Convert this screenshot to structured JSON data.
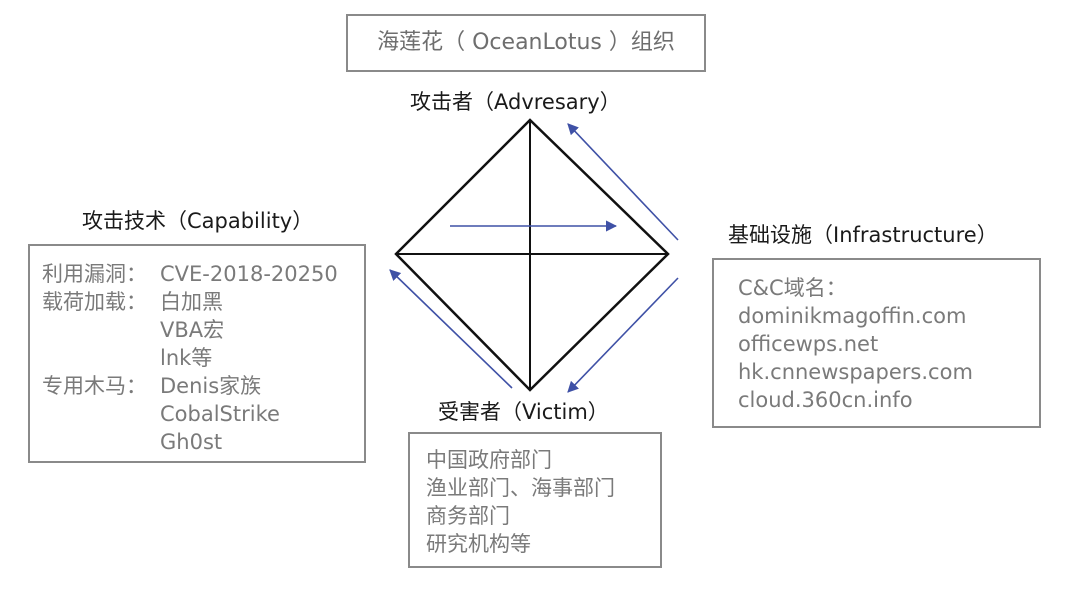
{
  "org": {
    "label": "海莲花（ OceanLotus ）组织"
  },
  "adversary": {
    "heading": "攻击者（Advresary）"
  },
  "capability": {
    "heading": "攻击技术（Capability）",
    "rows": [
      {
        "key": "利用漏洞：",
        "value": "CVE-2018-20250"
      },
      {
        "key": "载荷加载：",
        "value": "白加黑"
      },
      {
        "key": "",
        "value": "VBA宏"
      },
      {
        "key": "",
        "value": "lnk等"
      },
      {
        "key": "专用木马：",
        "value": "Denis家族"
      },
      {
        "key": "",
        "value": "CobalStrike"
      },
      {
        "key": "",
        "value": "Gh0st"
      }
    ]
  },
  "infrastructure": {
    "heading": "基础设施（Infrastructure）",
    "lines": [
      "C&C域名：",
      "dominikmagoffin.com",
      "officewps.net",
      "hk.cnnewspapers.com",
      "cloud.360cn.info"
    ]
  },
  "victim": {
    "heading": "受害者（Victim）",
    "lines": [
      "中国政府部门",
      "渔业部门、海事部门",
      "商务部门",
      "研究机构等"
    ]
  },
  "colors": {
    "diamond": "#111111",
    "arrow": "#3f51a6",
    "box_border": "#8a8a8a",
    "box_text": "#7a7a7a"
  }
}
